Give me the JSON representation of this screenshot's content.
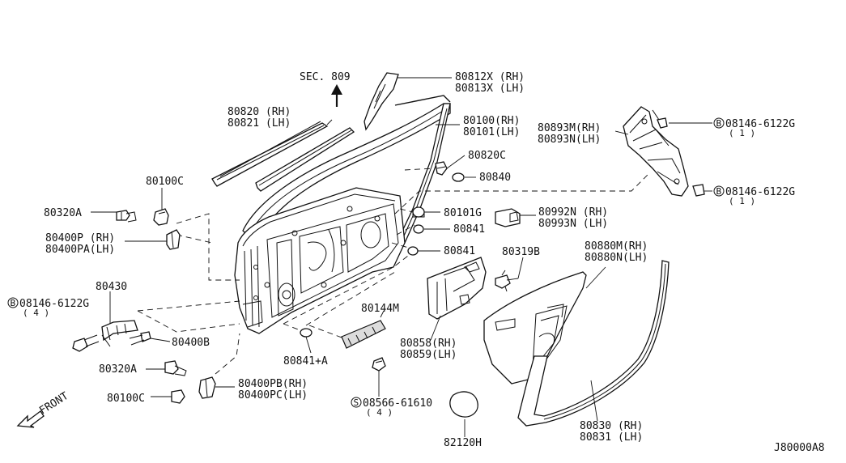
{
  "drawing_id": "J80000A8",
  "section_ref": "SEC. 809",
  "front_label": "FRONT",
  "labels": {
    "p80812X": "80812X (RH)",
    "p80813X": "80813X (LH)",
    "p80820": "80820 (RH)",
    "p80821": "80821 (LH)",
    "p80100": "80100(RH)",
    "p80101": "80101(LH)",
    "p80820C": "80820C",
    "p80840": "80840",
    "p80893M": "80893M(RH)",
    "p80893N": "80893N(LH)",
    "bolt_top": "08146-6122G",
    "bolt_top_qty": "( 1 )",
    "bolt_bot": "08146-6122G",
    "bolt_bot_qty": "( 1 )",
    "p80100C_top": "80100C",
    "p80320A_top": "80320A",
    "p80400P": "80400P  (RH)",
    "p80400PA": "80400PA(LH)",
    "p80101G": "80101G",
    "p80841_a": "80841",
    "p80841_b": "80841",
    "p80992N": "80992N (RH)",
    "p80993N": "80993N (LH)",
    "p80319B": "80319B",
    "p80880M": "80880M(RH)",
    "p80880N": "80880N(LH)",
    "p80430": "80430",
    "bolt_left": "08146-6122G",
    "bolt_left_qty": "( 4 )",
    "p80400B": "80400B",
    "p80144M": "80144M",
    "p80858": "80858(RH)",
    "p80859": "80859(LH)",
    "p80841A": "80841+A",
    "p80320A_bot": "80320A",
    "p80400PB": "80400PB(RH)",
    "p80400PC": "80400PC(LH)",
    "p80100C_bot": "80100C",
    "screw": "08566-61610",
    "screw_qty": "( 4 )",
    "p82120H": "82120H",
    "p80830": "80830 (RH)",
    "p80831": "80831 (LH)"
  },
  "symbols": {
    "bolt_top": "B",
    "bolt_bot": "B",
    "bolt_left": "B",
    "screw": "S"
  }
}
